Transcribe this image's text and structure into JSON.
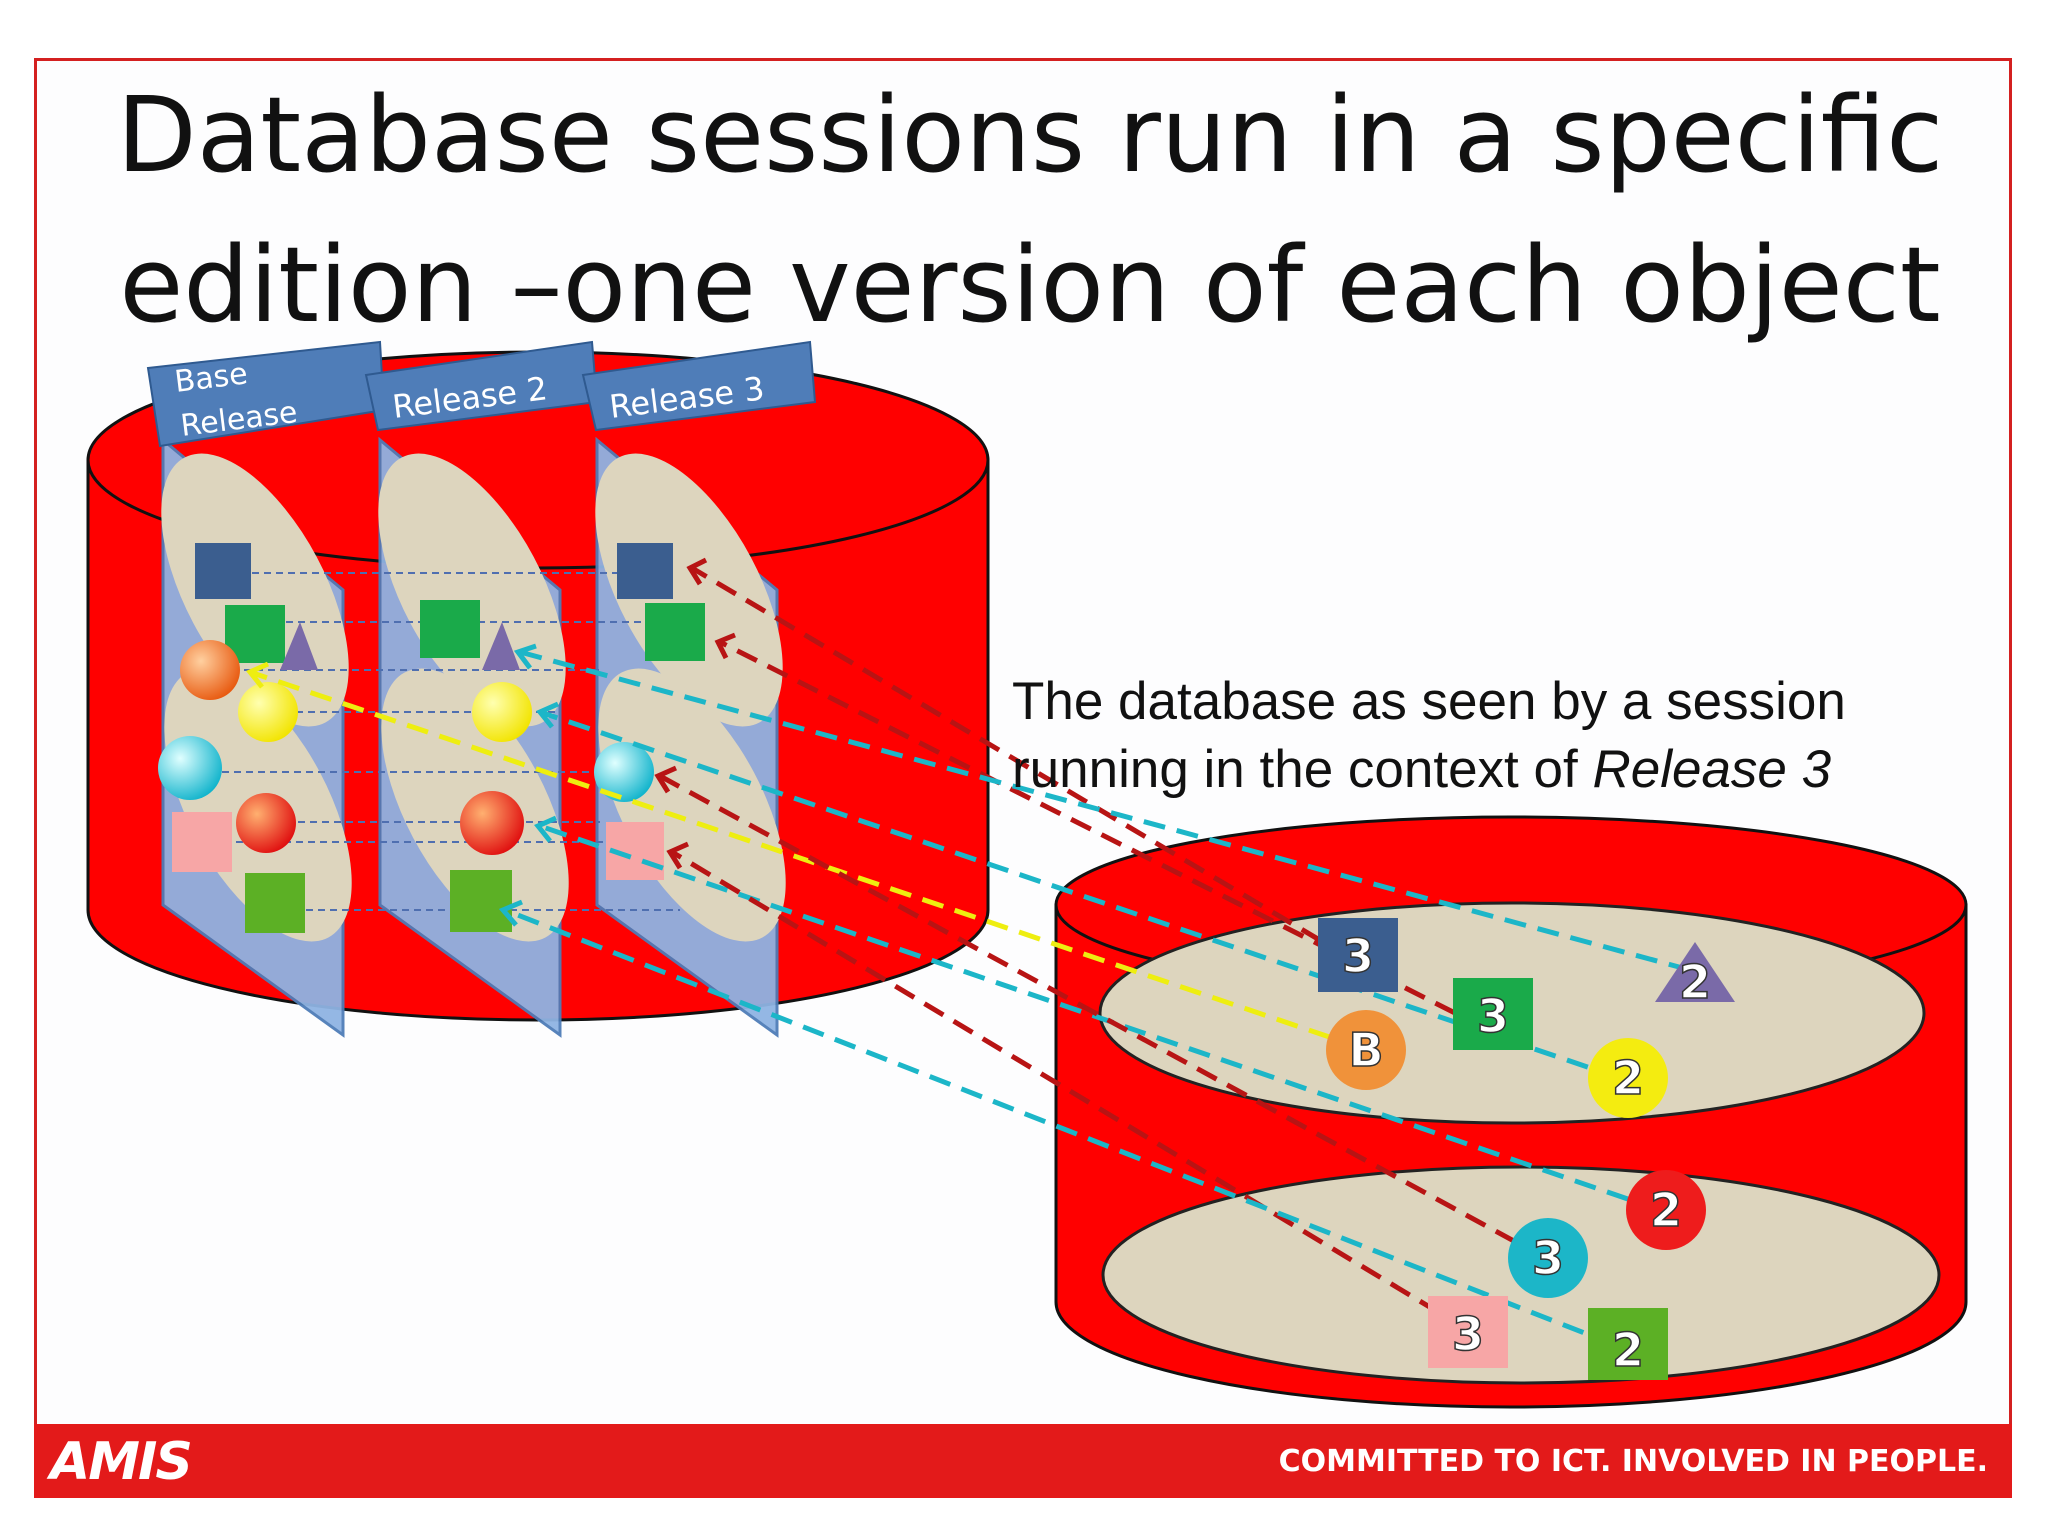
{
  "title": {
    "line1": "Database sessions run in a specific",
    "line2": "edition –one version of each object"
  },
  "editions": [
    {
      "label_line1": "Base",
      "label_line2": "Release"
    },
    {
      "label_line1": "Release 2",
      "label_line2": ""
    },
    {
      "label_line1": "Release 3",
      "label_line2": ""
    }
  ],
  "caption": {
    "line1": "The database as seen by a session",
    "line2_prefix": "running in the context of ",
    "line2_italic": "Release 3"
  },
  "session_objects": [
    {
      "label": "3",
      "shape": "square",
      "color": "#3b5e8f"
    },
    {
      "label": "3",
      "shape": "square",
      "color": "#1aaa4a"
    },
    {
      "label": "2",
      "shape": "triangle",
      "color": "#7a6aa8"
    },
    {
      "label": "B",
      "shape": "circle",
      "color": "#f0923a"
    },
    {
      "label": "2",
      "shape": "circle",
      "color": "#f4ec10"
    },
    {
      "label": "2",
      "shape": "circle",
      "color": "#ee1c1c"
    },
    {
      "label": "3",
      "shape": "circle",
      "color": "#1cb6c8"
    },
    {
      "label": "3",
      "shape": "square",
      "color": "#f7a6a6"
    },
    {
      "label": "2",
      "shape": "square",
      "color": "#5cb025"
    }
  ],
  "footer": {
    "logo": "AMIS",
    "tagline": "COMMITTED TO ICT.  INVOLVED IN PEOPLE."
  },
  "colors": {
    "cylinder": "#ff0000",
    "plate": "#ddd5be",
    "edition_panel": "#8fb4e3",
    "edition_tab": "#4f7db8",
    "frame": "#d42020"
  }
}
